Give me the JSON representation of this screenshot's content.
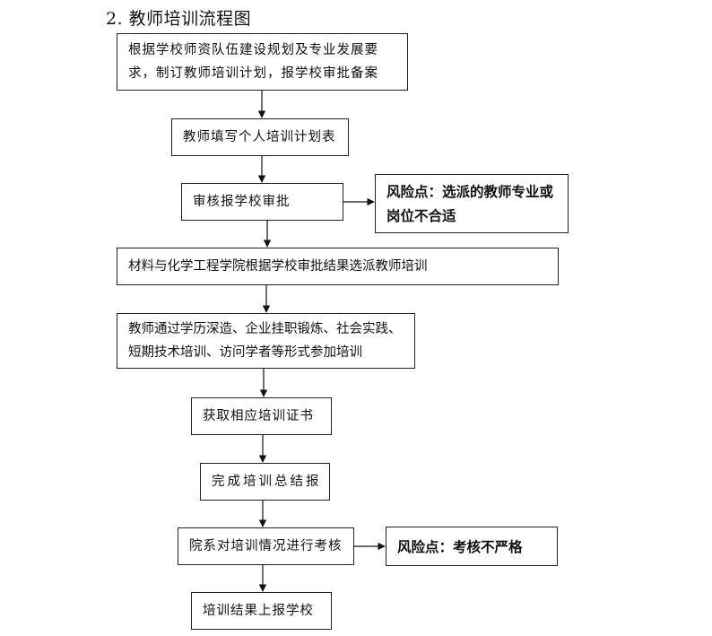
{
  "title": "2. 教师培训流程图",
  "steps": [
    {
      "lines": [
        "根据学校师资队伍建设规划及专业发展要",
        "求，制订教师培训计划，报学校审批备案"
      ]
    },
    {
      "lines": [
        "教师填写个人培训计划表"
      ]
    },
    {
      "lines": [
        "审核报学校审批"
      ]
    },
    {
      "lines": [
        "材料与化学工程学院根据学校审批结果选派教师培训"
      ]
    },
    {
      "lines": [
        "教师通过学历深造、企业挂职锻炼、社会实践、",
        "短期技术培训、访问学者等形式参加培训"
      ]
    },
    {
      "lines": [
        "获取相应培训证书"
      ]
    },
    {
      "lines": [
        "完成培训总结报"
      ]
    },
    {
      "lines": [
        "院系对培训情况进行考核"
      ]
    },
    {
      "lines": [
        "培训结果上报学校"
      ]
    }
  ],
  "risks": [
    {
      "lines": [
        "风险点：选派的教师专业或",
        "岗位不合适"
      ]
    },
    {
      "lines": [
        "风险点：考核不严格"
      ]
    }
  ]
}
